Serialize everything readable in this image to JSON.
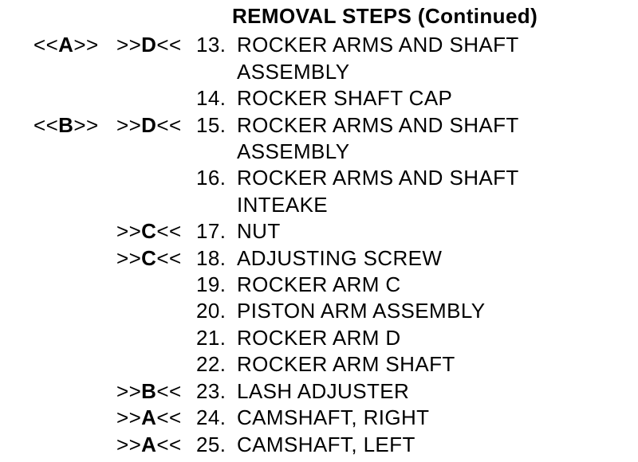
{
  "page": {
    "title": "REMOVAL STEPS (Continued)",
    "background_color": "#ffffff",
    "text_color": "#000000"
  },
  "steps": [
    {
      "marker_left": "<<A>>",
      "marker_right": ">>D<<",
      "number": "13.",
      "lines": [
        "ROCKER ARMS AND SHAFT",
        "ASSEMBLY"
      ]
    },
    {
      "marker_left": "",
      "marker_right": "",
      "number": "14.",
      "lines": [
        "ROCKER SHAFT CAP"
      ]
    },
    {
      "marker_left": "<<B>>",
      "marker_right": ">>D<<",
      "number": "15.",
      "lines": [
        "ROCKER ARMS AND SHAFT",
        "ASSEMBLY"
      ]
    },
    {
      "marker_left": "",
      "marker_right": "",
      "number": "16.",
      "lines": [
        "ROCKER ARMS AND SHAFT",
        "INTEAKE"
      ]
    },
    {
      "marker_left": "",
      "marker_right": ">>C<<",
      "number": "17.",
      "lines": [
        "NUT"
      ]
    },
    {
      "marker_left": "",
      "marker_right": ">>C<<",
      "number": "18.",
      "lines": [
        "ADJUSTING SCREW"
      ]
    },
    {
      "marker_left": "",
      "marker_right": "",
      "number": "19.",
      "lines": [
        "ROCKER ARM C"
      ]
    },
    {
      "marker_left": "",
      "marker_right": "",
      "number": "20.",
      "lines": [
        "PISTON ARM ASSEMBLY"
      ]
    },
    {
      "marker_left": "",
      "marker_right": "",
      "number": "21.",
      "lines": [
        "ROCKER ARM D"
      ]
    },
    {
      "marker_left": "",
      "marker_right": "",
      "number": "22.",
      "lines": [
        "ROCKER ARM SHAFT"
      ]
    },
    {
      "marker_left": "",
      "marker_right": ">>B<<",
      "number": "23.",
      "lines": [
        "LASH ADJUSTER"
      ]
    },
    {
      "marker_left": "",
      "marker_right": ">>A<<",
      "number": "24.",
      "lines": [
        "CAMSHAFT, RIGHT"
      ]
    },
    {
      "marker_left": "",
      "marker_right": ">>A<<",
      "number": "25.",
      "lines": [
        "CAMSHAFT, LEFT"
      ]
    }
  ]
}
